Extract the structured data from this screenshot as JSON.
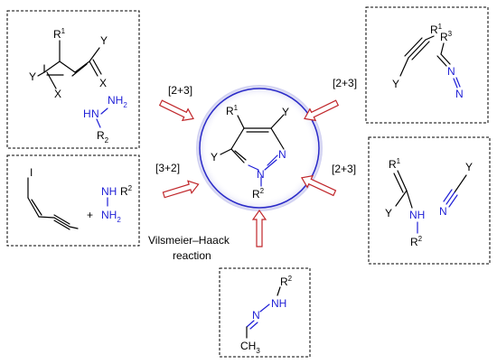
{
  "reactions": {
    "top_left": "[2+3]",
    "mid_left": "[3+2]",
    "top_right": "[2+3]",
    "mid_right": "[2+3]",
    "bottom_line1": "Vilsmeier–Haack",
    "bottom_line2": "reaction"
  },
  "atoms": {
    "R": "R",
    "R2": "R",
    "X": "X",
    "Y": "Y",
    "N": "N",
    "NH": "NH",
    "NH2": "NH",
    "H2": "2",
    "I": "I",
    "plus": "+",
    "CH3": "CH",
    "sub1": "1",
    "sub2": "2",
    "sub3": "3"
  },
  "colors": {
    "arrow": "#c0262a",
    "nitrogen": "#1f1fd6",
    "circle": "#2a2ac8"
  }
}
